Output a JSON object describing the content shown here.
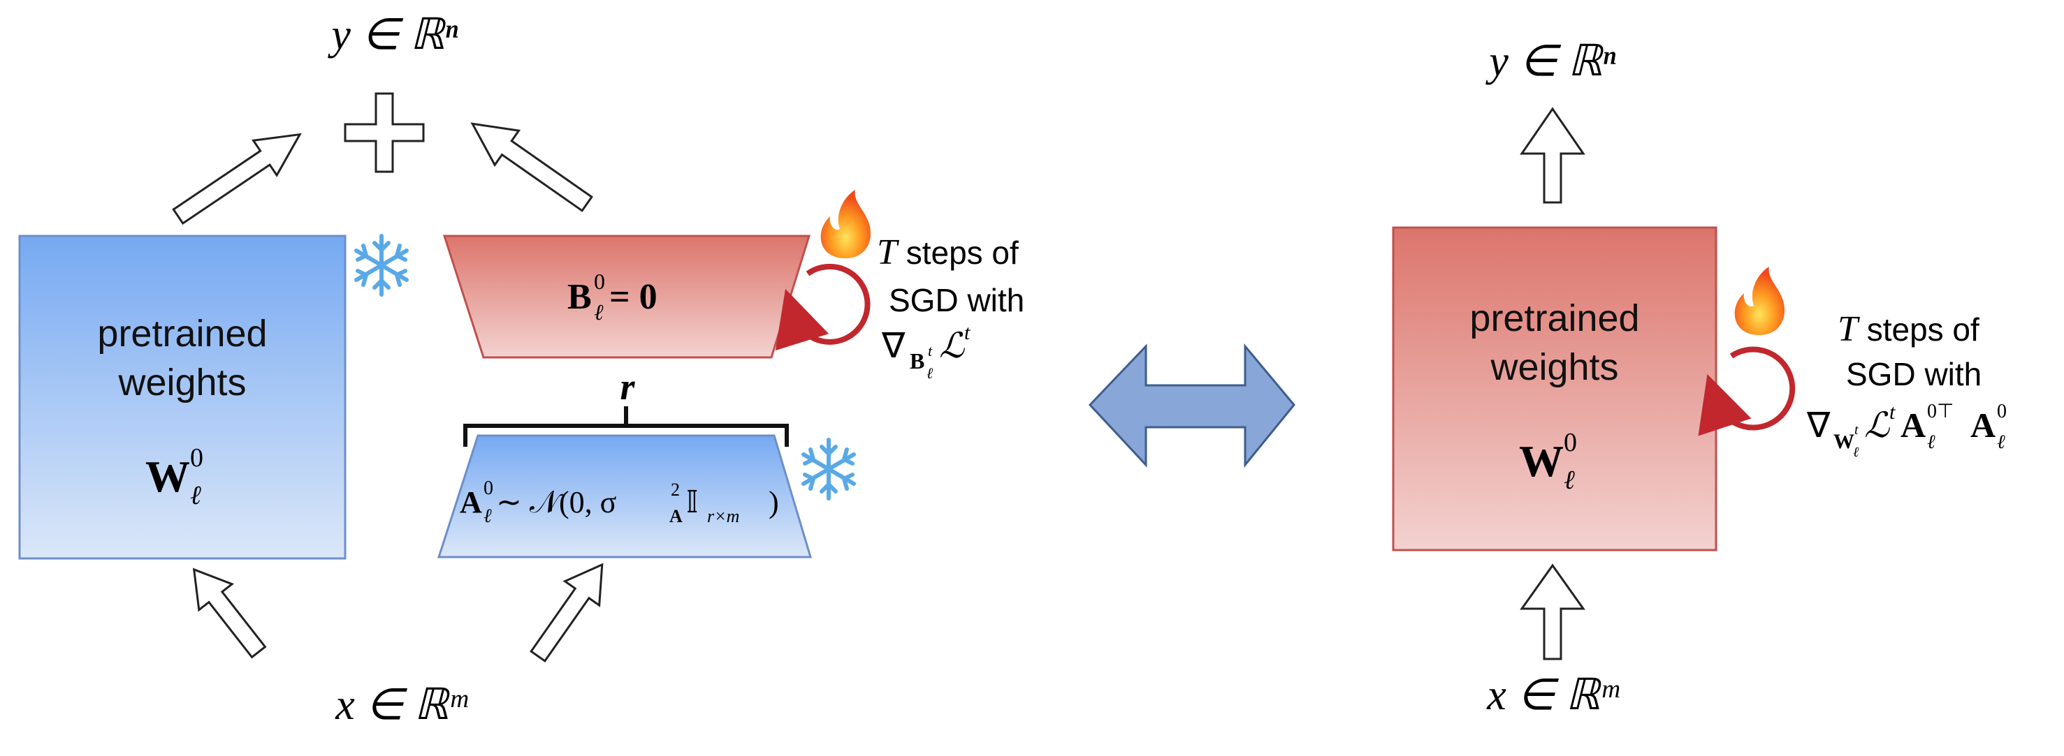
{
  "left": {
    "output_label": "y ∈ ℝⁿ",
    "plus_symbol": "+",
    "input_label": "x ∈ ℝᵐ",
    "pretrained": {
      "line1": "pretrained",
      "line2": "weights",
      "symbol_main": "W",
      "symbol_sup": "0",
      "symbol_sub": "ℓ"
    },
    "b_block": {
      "label": "B",
      "sup": "0",
      "sub": "ℓ",
      "rest": " = 0"
    },
    "rank_label": "r",
    "a_block": {
      "label": "A",
      "sup": "0",
      "sub": "ℓ",
      "rest": " ∼ 𝒩(0, σ",
      "sigma_sup": "2",
      "sigma_sub": "A",
      "tail": "𝕀",
      "tail_sub": "r×m",
      "close": ")"
    },
    "update_text": {
      "line1_T": "T",
      "line1": " steps of",
      "line2": "SGD with",
      "line3_main": "∇",
      "line3_sub": "B",
      "line3_subsup": "t",
      "line3_subsub": "ℓ",
      "line3_tail": "ℒ",
      "line3_tailsup": "t"
    }
  },
  "right": {
    "output_label": "y ∈ ℝⁿ",
    "input_label": "x ∈ ℝᵐ",
    "pretrained": {
      "line1": "pretrained",
      "line2": "weights",
      "symbol_main": "W",
      "symbol_sup": "0",
      "symbol_sub": "ℓ"
    },
    "update_text": {
      "line1_T": "T",
      "line1": " steps of",
      "line2": "SGD with",
      "line3_main": "∇",
      "line3_sub": "W",
      "line3_subsup": "t",
      "line3_subsub": "ℓ",
      "line3_tail": "ℒ",
      "line3_tailsup": "t",
      "line3_A1": "A",
      "line3_A1sup": "0⊤",
      "line3_A1sub": "ℓ",
      "line3_A2": "A",
      "line3_A2sup": "0",
      "line3_A2sub": "ℓ"
    }
  },
  "colors": {
    "blue_top": "#76a9f2",
    "blue_bottom": "#dbe7f8",
    "blue_border": "#6d8fc8",
    "red_top": "#dc756c",
    "red_bottom": "#f3d2d0",
    "red_border": "#c0504d",
    "loop": "#c1272d",
    "double_arrow": "#88a6d8",
    "double_arrow_border": "#3e5d8c"
  },
  "icons": {
    "frozen": "snowflake-icon",
    "trainable": "fire-icon"
  }
}
